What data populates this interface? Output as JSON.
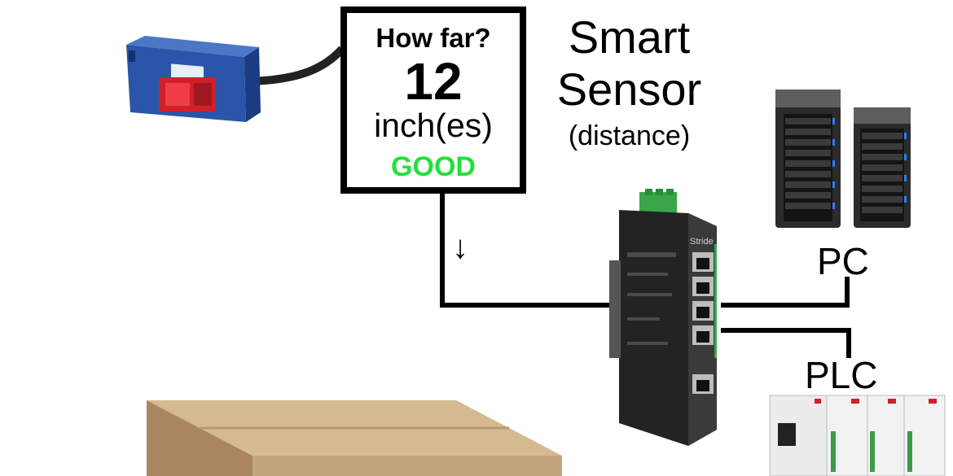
{
  "readout": {
    "question": "How far?",
    "value": "12",
    "unit": "inch(es)",
    "status": "GOOD"
  },
  "title": {
    "line1": "Smart",
    "line2": "Sensor",
    "line3": "(distance)"
  },
  "flow_arrow": "↓",
  "devices": {
    "pc_label": "PC",
    "plc_label": "PLC",
    "switch_brand": "Stride"
  },
  "colors": {
    "good": "#22e03a",
    "sensor_body": "#2a55a8",
    "sensor_lens": "#d02028",
    "box": "#c2a57b"
  },
  "icons": [
    "distance-sensor-icon",
    "ethernet-switch-icon",
    "server-tower-icon",
    "plc-icon",
    "cardboard-box-icon"
  ]
}
